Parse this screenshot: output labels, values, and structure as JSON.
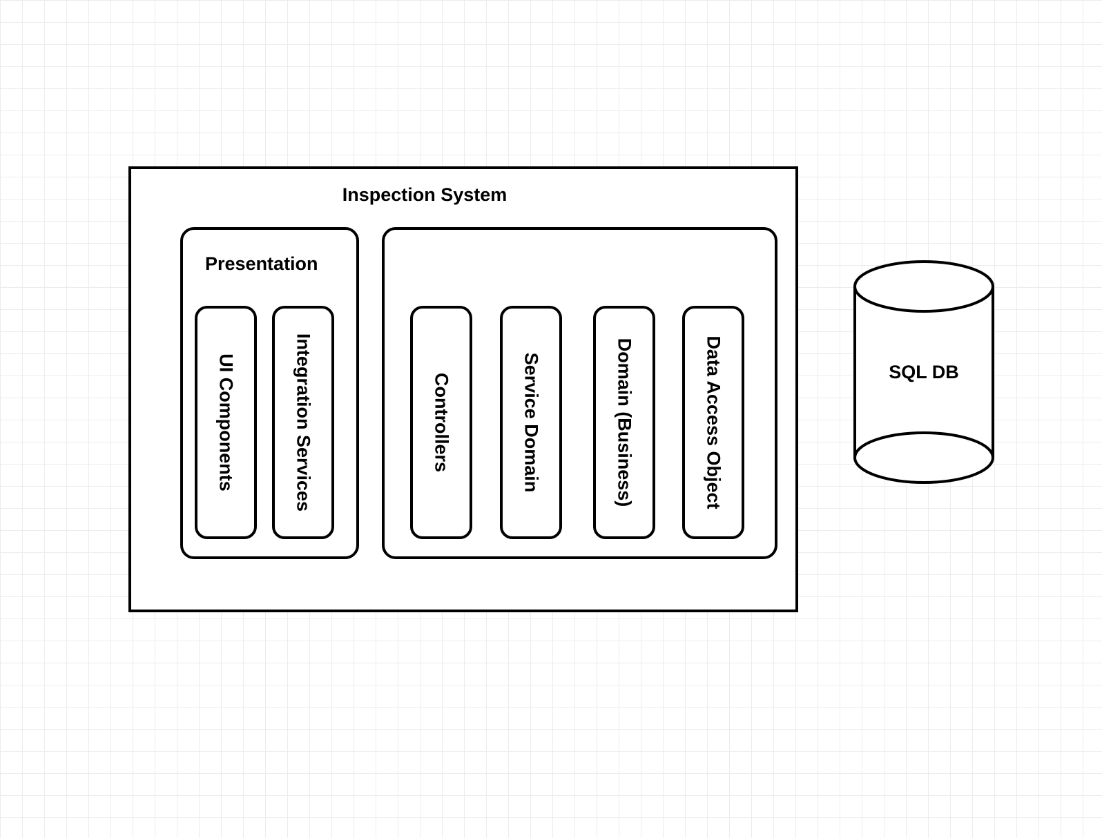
{
  "system": {
    "title": "Inspection System"
  },
  "presentation_layer": {
    "title": "Presentation",
    "components": [
      {
        "label": "UI Components"
      },
      {
        "label": "Integration Services"
      }
    ]
  },
  "backend_layer": {
    "components": [
      {
        "label": "Controllers"
      },
      {
        "label": "Service Domain"
      },
      {
        "label": "Domain (Business)"
      },
      {
        "label": "Data Access Object"
      }
    ]
  },
  "database": {
    "label": "SQL DB"
  }
}
